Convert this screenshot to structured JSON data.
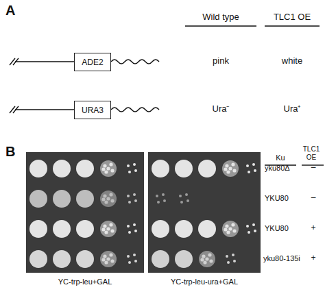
{
  "diagram": {
    "nodes": [
      {
        "text": [
          "ADE2"
        ]
      },
      {
        "text": [
          "URA3"
        ]
      }
    ],
    "labels": [
      "A",
      "Wild type",
      "TLC1 OE",
      "pink",
      "white",
      "Ura⁻",
      "Ura⁺",
      "B",
      "Ku",
      "TLC1 OE",
      "yku80Δ",
      "–",
      "YKU80",
      "–",
      "YKU80",
      "+",
      "yku80-135i",
      "+",
      "YC-trp-leu+GAL",
      "YC-trp-leu-ura+GAL"
    ]
  }
}
